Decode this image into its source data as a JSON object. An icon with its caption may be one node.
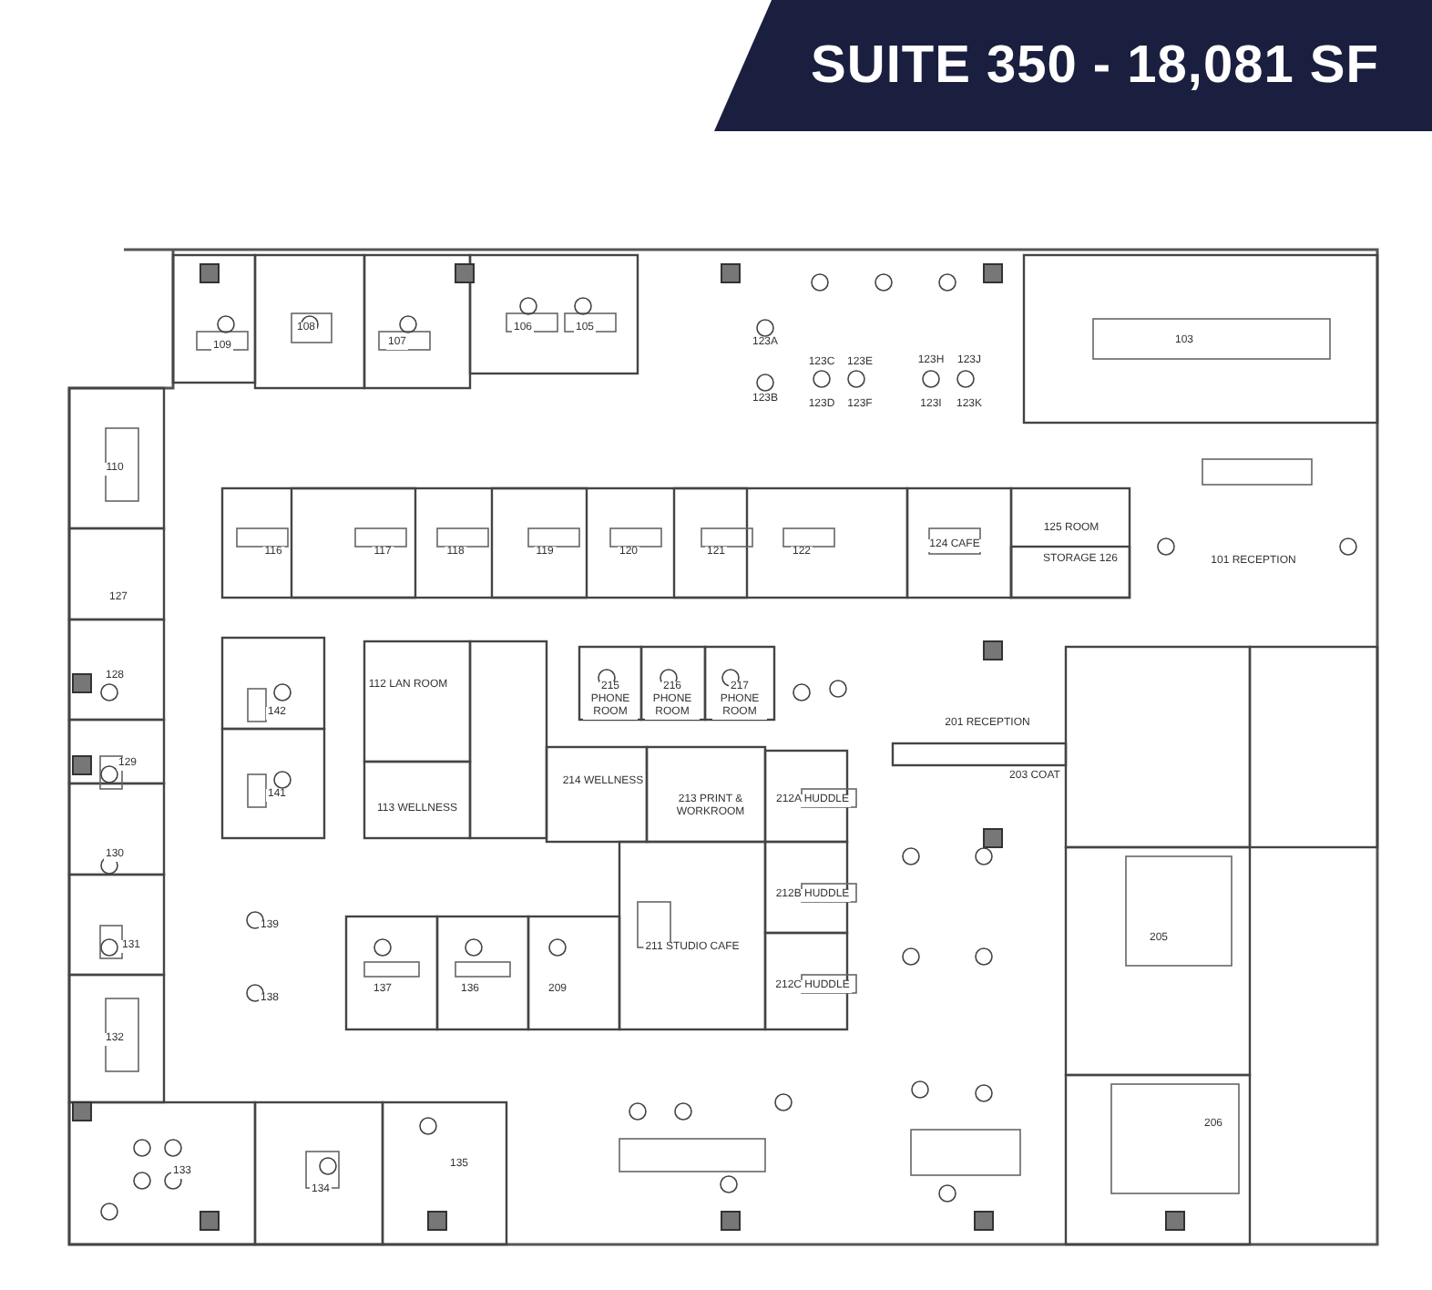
{
  "diagram": {
    "title": "SUITE 350 - 18,081 SF",
    "labels": [
      "109",
      "108",
      "107",
      "106",
      "105",
      "123A",
      "123B",
      "123C",
      "123E",
      "123D",
      "123F",
      "123H",
      "123J",
      "123I",
      "123K",
      "103",
      "110",
      "116",
      "117",
      "118",
      "119",
      "120",
      "121",
      "122",
      "124 CAFE",
      "125 ROOM",
      "STORAGE 126",
      "101 RECEPTION",
      "127",
      "128",
      "142",
      "112 LAN ROOM",
      "215",
      "216",
      "217",
      "PHONE ROOM",
      "PHONE ROOM",
      "PHONE ROOM",
      "201 RECEPTION",
      "129",
      "141",
      "113 WELLNESS",
      "214 WELLNESS",
      "213 PRINT & WORKROOM",
      "212A HUDDLE",
      "203 COAT",
      "130",
      "131",
      "139",
      "212B HUDDLE",
      "205",
      "211 STUDIO CAFE",
      "137",
      "136",
      "209",
      "138",
      "212C HUDDLE",
      "132",
      "133",
      "134",
      "135",
      "206"
    ]
  }
}
